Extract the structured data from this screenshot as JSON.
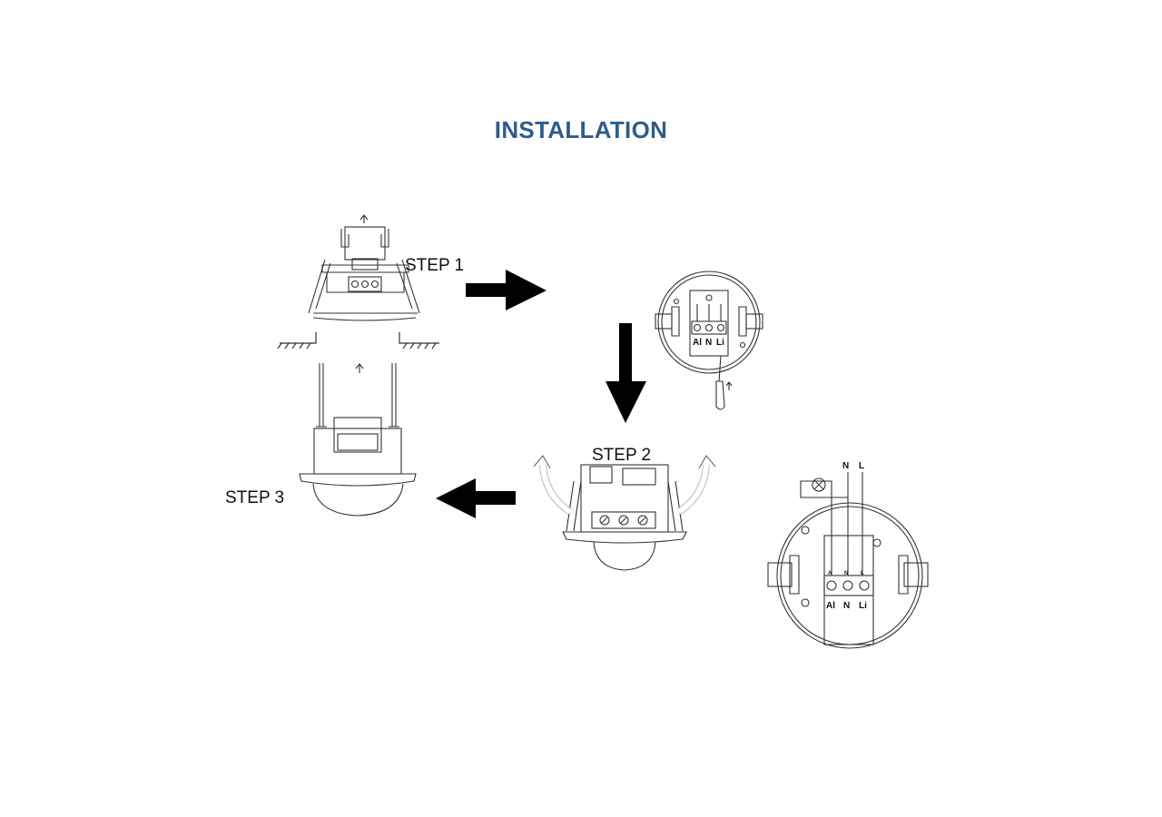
{
  "page": {
    "title": "INSTALLATION",
    "title_color": "#2e5c8a"
  },
  "steps": {
    "step1": "STEP 1",
    "step2": "STEP 2",
    "step3": "STEP 3"
  },
  "terminals": {
    "a": "Al",
    "n": "N",
    "l": "Li",
    "a_small": "A",
    "n_small": "N",
    "l_small": "L"
  },
  "wiring": {
    "n": "N",
    "l": "L"
  },
  "icons": {
    "arrow_right": "arrow-right-icon",
    "arrow_down": "arrow-down-icon",
    "arrow_left": "arrow-left-icon",
    "lamp": "lamp-icon",
    "screwdriver": "screwdriver-icon",
    "rotate": "curved-arrow-icon"
  }
}
